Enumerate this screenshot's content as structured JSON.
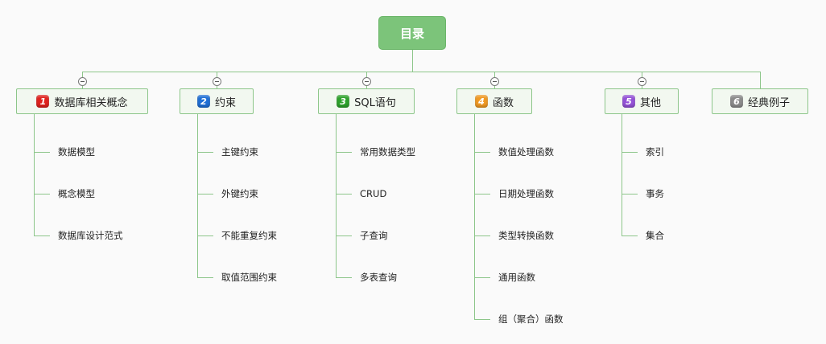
{
  "root": {
    "label": "目录",
    "color": "#7cc47a"
  },
  "categories": [
    {
      "num": "1",
      "label": "数据库相关概念",
      "badge_color": "#e0221e",
      "children": [
        "数据模型",
        "概念模型",
        "数据库设计范式"
      ],
      "collapsible": true
    },
    {
      "num": "2",
      "label": "约束",
      "badge_color": "#1f6fd6",
      "children": [
        "主键约束",
        "外键约束",
        "不能重复约束",
        "取值范围约束"
      ],
      "collapsible": true
    },
    {
      "num": "3",
      "label": "SQL语句",
      "badge_color": "#2ea32c",
      "children": [
        "常用数据类型",
        "CRUD",
        "子查询",
        "多表查询"
      ],
      "collapsible": true
    },
    {
      "num": "4",
      "label": "函数",
      "badge_color": "#f09a24",
      "children": [
        "数值处理函数",
        "日期处理函数",
        "类型转换函数",
        "通用函数",
        "组（聚合）函数"
      ],
      "collapsible": true
    },
    {
      "num": "5",
      "label": "其他",
      "badge_color": "#9553d8",
      "children": [
        "索引",
        "事务",
        "集合"
      ],
      "collapsible": true
    },
    {
      "num": "6",
      "label": "经典例子",
      "badge_color": "#8c8c8c",
      "children": [],
      "collapsible": false
    }
  ]
}
